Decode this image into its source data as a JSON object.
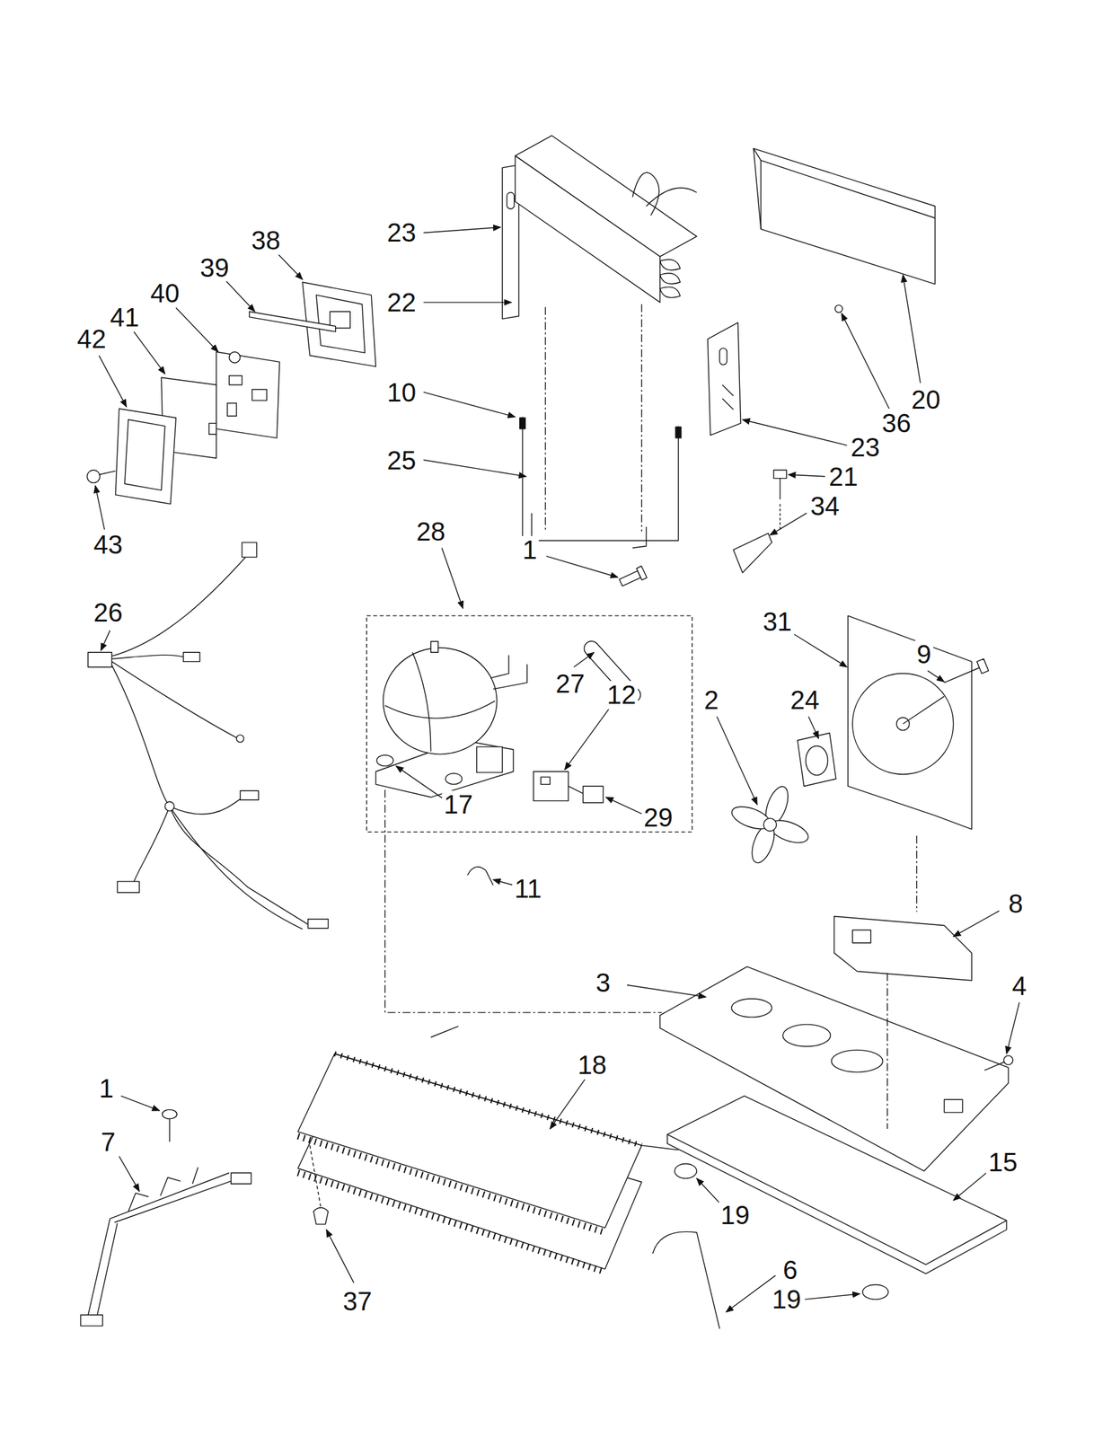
{
  "diagram": {
    "labels": [
      "23",
      "38",
      "39",
      "40",
      "22",
      "41",
      "42",
      "10",
      "20",
      "36",
      "23",
      "25",
      "21",
      "34",
      "28",
      "43",
      "1",
      "26",
      "31",
      "9",
      "27",
      "12",
      "2",
      "24",
      "17",
      "29",
      "11",
      "8",
      "3",
      "4",
      "18",
      "1",
      "7",
      "15",
      "19",
      "6",
      "19",
      "37"
    ]
  }
}
